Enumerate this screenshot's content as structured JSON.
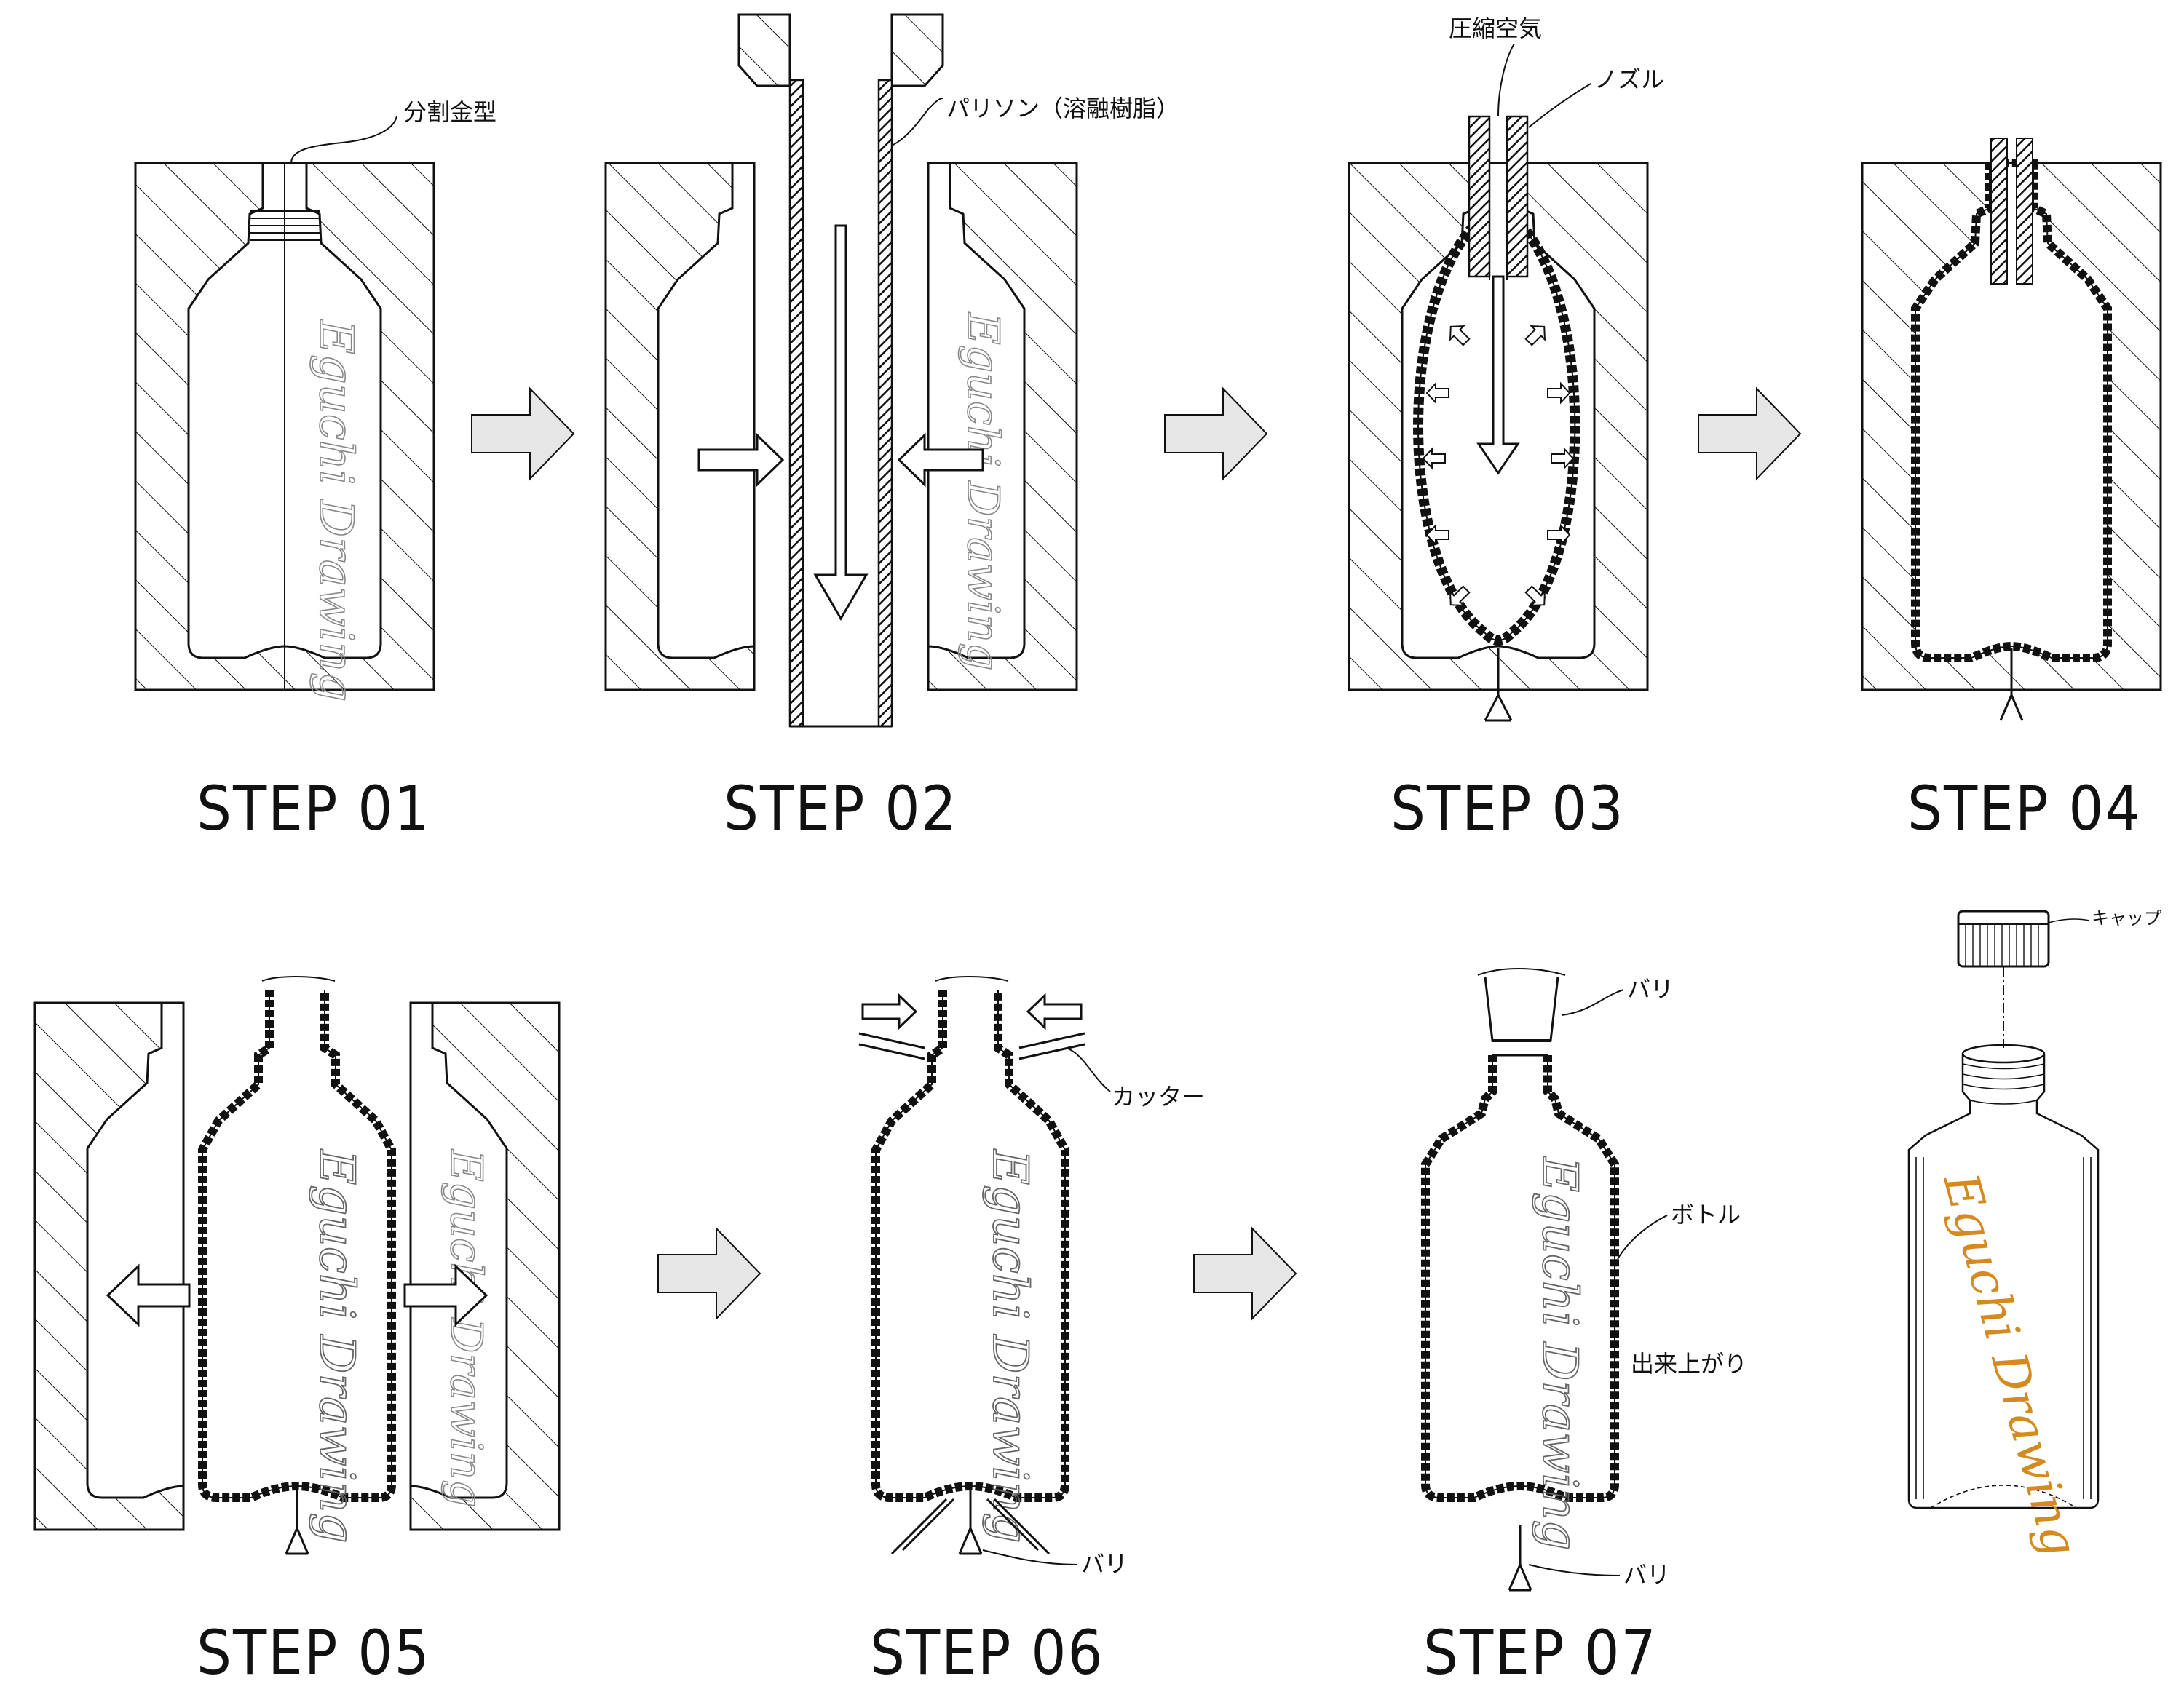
{
  "steps": [
    {
      "label": "STEP 01"
    },
    {
      "label": "STEP 02"
    },
    {
      "label": "STEP 03"
    },
    {
      "label": "STEP 04"
    },
    {
      "label": "STEP 05"
    },
    {
      "label": "STEP 06"
    },
    {
      "label": "STEP 07"
    }
  ],
  "callouts": {
    "split_mold": "分割金型",
    "parison": "パリソン（溶融樹脂）",
    "compressed_air": "圧縮空気",
    "nozzle": "ノズル",
    "cap": "キャップ",
    "flash_top": "バリ",
    "cutter": "カッター",
    "bottle": "ボトル",
    "finished": "出来上がり",
    "flash_bottom_step6": "バリ",
    "flash_bottom_step7": "バリ"
  },
  "logo": {
    "text": "Eguchi Drawing",
    "color": "#d48a1e"
  },
  "colors": {
    "line": "#111111",
    "arrow_fill": "#e6e6e6",
    "logo_outline": "#9a9a9a"
  }
}
